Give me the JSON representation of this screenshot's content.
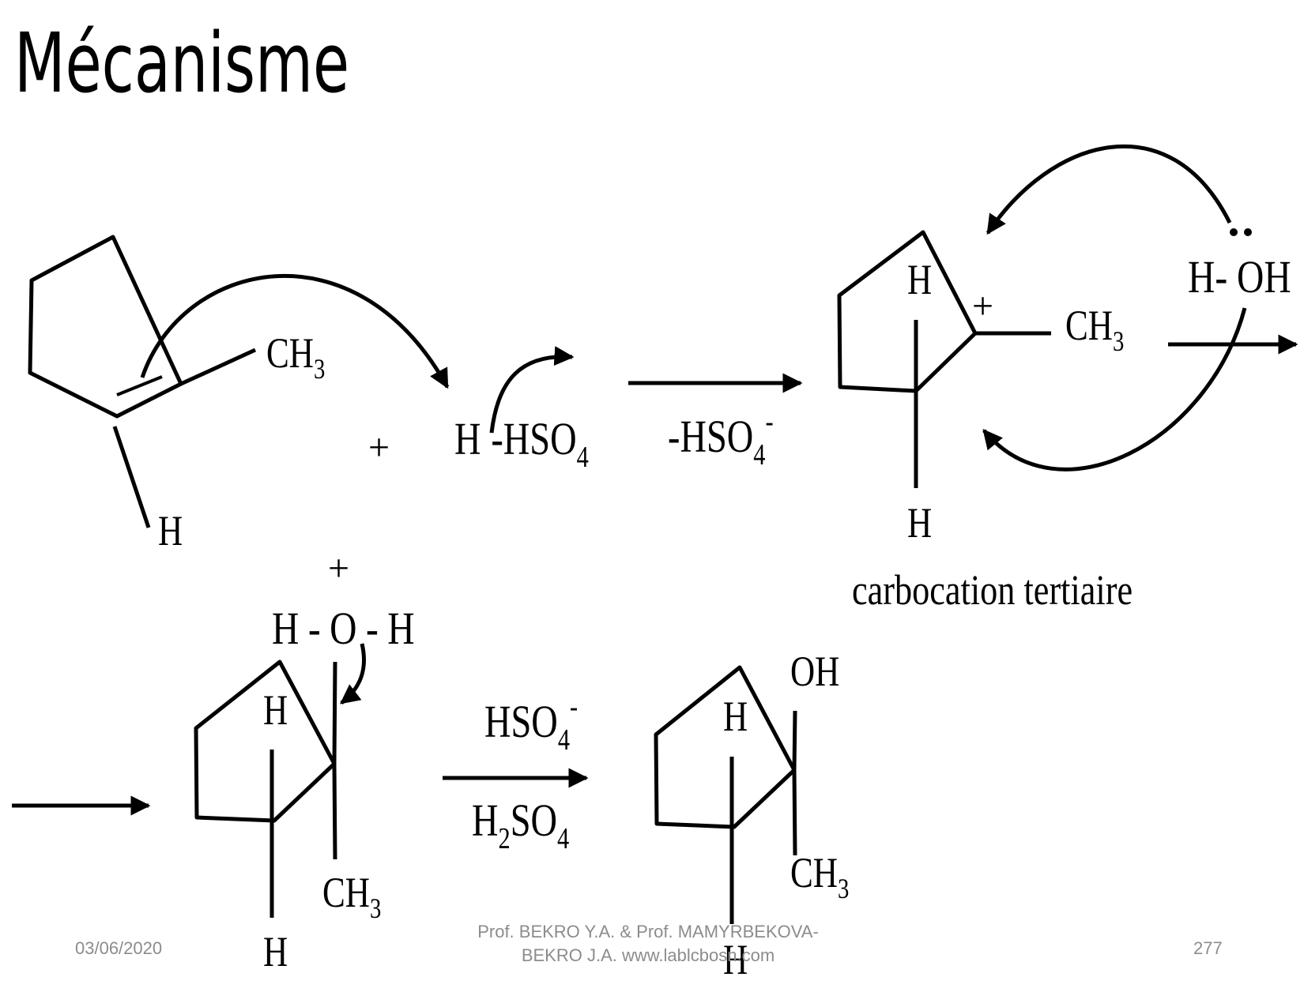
{
  "title": "Mécanisme",
  "labels": {
    "h": "H",
    "ch3_main": "CH",
    "ch3_sub": "3",
    "plus": "+",
    "h_hso4_left": "H",
    "h_hso4_dash": "-",
    "h_hso4_right": "HSO",
    "h_hso4_sub": "4",
    "minus_hso4_main": "-HSO",
    "minus_hso4_sub": "4",
    "minus_hso4_sup": "-",
    "water": "H- OH",
    "water_lone_pair": "••",
    "carbocation_caption": "carbocation tertiaire",
    "oxonium_h_left": "H",
    "oxonium_dash": "-",
    "oxonium_o": "O",
    "oxonium_h_right": "H",
    "hso4_main": "HSO",
    "hso4_sub": "4",
    "hso4_sup": "-",
    "h2so4_h": "H",
    "h2so4_sub2": "2",
    "h2so4_so": "SO",
    "h2so4_sub4": "4",
    "oh": "OH"
  },
  "footer": {
    "date": "03/06/2020",
    "authors_line1": "Prof. BEKRO Y.A. & Prof. MAMYRBEKOVA-",
    "authors_line2": "BEKRO J.A. www.lablcbosn.com",
    "page": "277"
  }
}
